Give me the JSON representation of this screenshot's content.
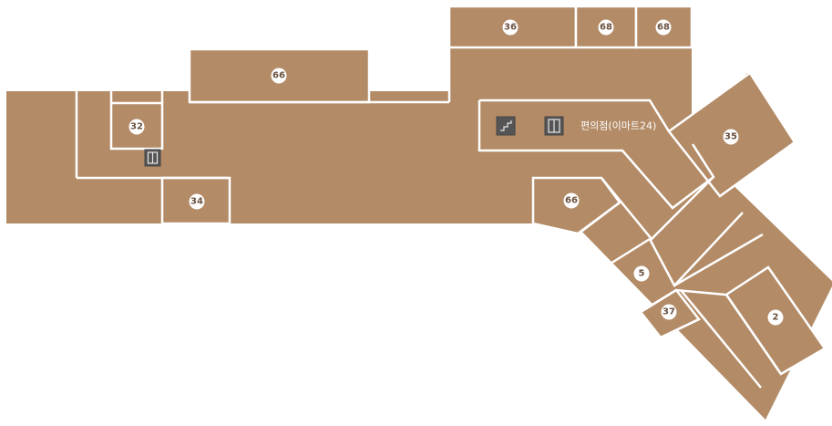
{
  "colors": {
    "floor": "#b38b67",
    "walls": "#ffffff",
    "badge_text": "#6b5240",
    "facility_icon": "#555555"
  },
  "units": {
    "u36": "36",
    "u68a": "68",
    "u68b": "68",
    "u66top": "66",
    "u32": "32",
    "u34": "34",
    "u35": "35",
    "u66right": "66",
    "u5": "5",
    "u37": "37",
    "u2": "2"
  },
  "labels": {
    "convenience_store": "편의점(이마트24)"
  },
  "icons": {
    "stairs": "stairs-icon",
    "elevator_left": "elevator-icon",
    "elevator_right": "elevator-icon"
  }
}
